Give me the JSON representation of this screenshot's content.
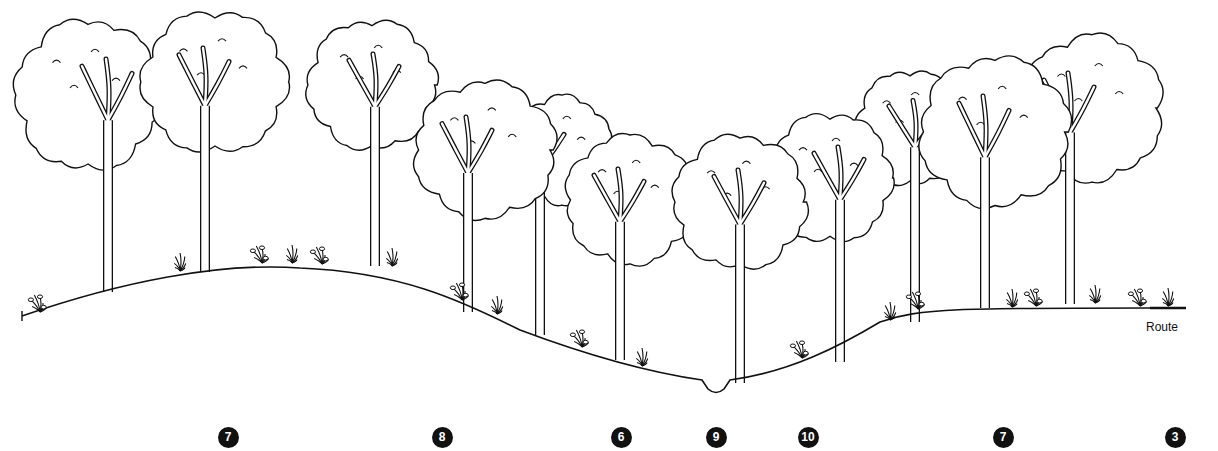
{
  "diagram": {
    "labels": [
      "7",
      "8",
      "6",
      "9",
      "10",
      "7",
      "3",
      "Route"
    ]
  }
}
